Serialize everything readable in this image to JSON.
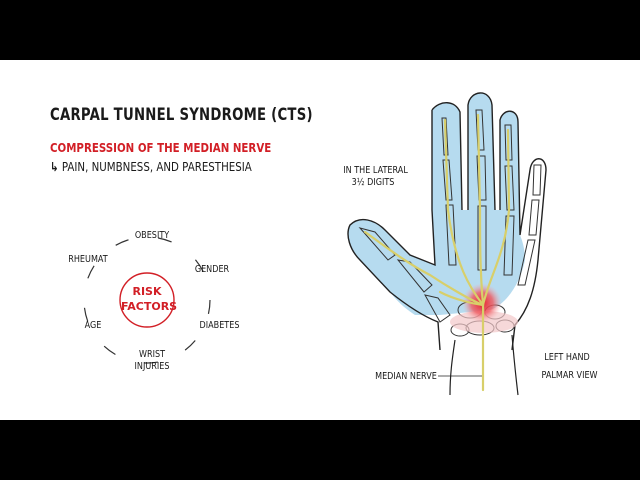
{
  "title": "CARPAL TUNNEL SYNDROME (CTS)",
  "subtitle_red": "COMPRESSION OF THE MEDIAN NERVE",
  "subtitle_black": "PAIN, NUMBNESS, AND PARESTHESIA",
  "risk_center": [
    "RISK",
    "FACTORS"
  ],
  "risk_items": {
    "obesity": "OBESITY",
    "gender": "GENDER",
    "diabetes": "DIABETES",
    "wrist": [
      "WRIST",
      "INJURIES"
    ],
    "age": "AGE",
    "rheumat": "RHEUMAT"
  },
  "hand_labels": {
    "lateral": [
      "IN THE LATERAL",
      "3½ DIGITS"
    ],
    "median_nerve": "MEDIAN NERVE",
    "view": [
      "LEFT HAND",
      "PALMAR VIEW"
    ]
  },
  "colors": {
    "accent_red": "#d21f26",
    "skin_blue": "#a9d5ec",
    "nerve_yellow": "#d8cf6a"
  }
}
